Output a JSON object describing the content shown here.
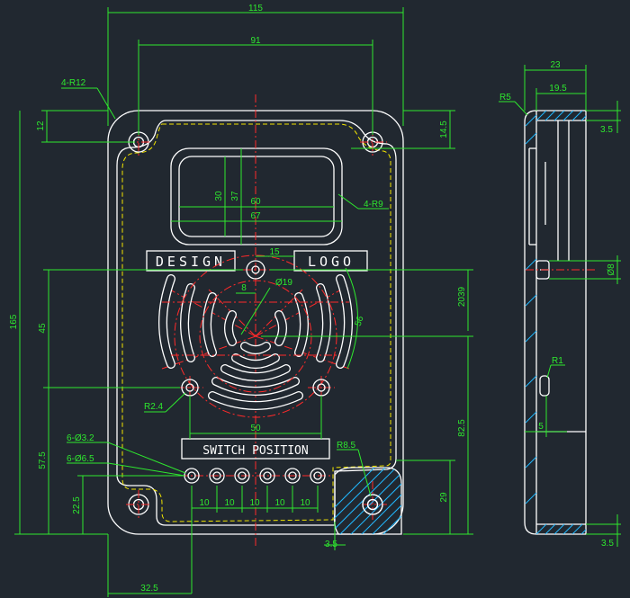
{
  "labels": {
    "design": "DESIGN",
    "logo": "LOGO",
    "switch_position": "SWITCH POSITION"
  },
  "dims": {
    "w115": "115",
    "w91": "91",
    "r12": "4-R12",
    "d12": "12",
    "d145": "14.5",
    "d30": "30",
    "d37": "37",
    "d60": "60",
    "d67": "67",
    "r9": "4-R9",
    "d15": "15",
    "d8": "8",
    "dia19": "Ø19",
    "d2039": "2039",
    "d56": "56",
    "d165": "165",
    "d45": "45",
    "r24": "R2.4",
    "d50": "50",
    "d825": "82.5",
    "d575": "57.5",
    "h32": "6-Ø3.2",
    "h65": "6-Ø6.5",
    "r85": "R8.5",
    "d29": "29",
    "d225": "22.5",
    "s10a": "10",
    "s10b": "10",
    "s10c": "10",
    "s10d": "10",
    "s10e": "10",
    "d35a": "3.5",
    "d325": "32.5",
    "d23": "23",
    "d195": "19.5",
    "r5": "R5",
    "d35b": "3.5",
    "d8b": "Ø8",
    "r1": "R1",
    "d5": "5",
    "d35c": "3.5"
  },
  "colors": {
    "background": "#212830",
    "dimension": "#2ee82e",
    "outline": "#ffffff",
    "centerline": "#ff2a2a",
    "hidden": "#f2e500",
    "hatch": "#20b8ff"
  }
}
